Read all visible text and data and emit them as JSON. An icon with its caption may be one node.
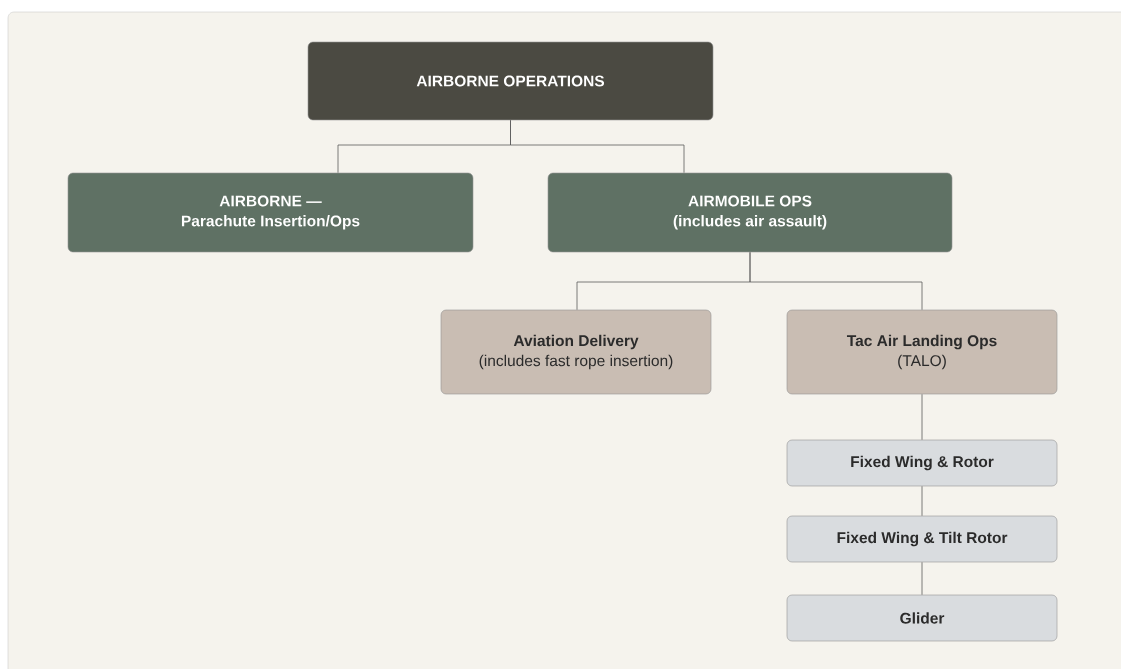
{
  "diagram": {
    "nodes": [
      {
        "text": [
          "AIRBORNE OPERATIONS"
        ]
      },
      {
        "text": [
          "AIRBORNE —",
          "Parachute Insertion/Ops"
        ]
      },
      {
        "text": [
          "AIRMOBILE OPS",
          "(includes air assault)"
        ]
      },
      {
        "text": [
          "Aviation Delivery",
          "(includes fast rope insertion)"
        ]
      },
      {
        "text": [
          "Tac Air Landing Ops",
          "(TALO)"
        ]
      },
      {
        "text": [
          "Fixed Wing & Rotor"
        ]
      },
      {
        "text": [
          "Fixed Wing & Tilt Rotor"
        ]
      },
      {
        "text": [
          "Glider"
        ]
      }
    ],
    "edges": [
      {
        "from": 0,
        "to": 1,
        "arrow": "none"
      },
      {
        "from": 0,
        "to": 2,
        "arrow": "none"
      },
      {
        "from": 2,
        "to": 3,
        "arrow": "none"
      },
      {
        "from": 2,
        "to": 4,
        "arrow": "none"
      },
      {
        "from": 4,
        "to": 5,
        "arrow": "none"
      },
      {
        "from": 5,
        "to": 6,
        "arrow": "none"
      },
      {
        "from": 6,
        "to": 7,
        "arrow": "none"
      }
    ]
  }
}
